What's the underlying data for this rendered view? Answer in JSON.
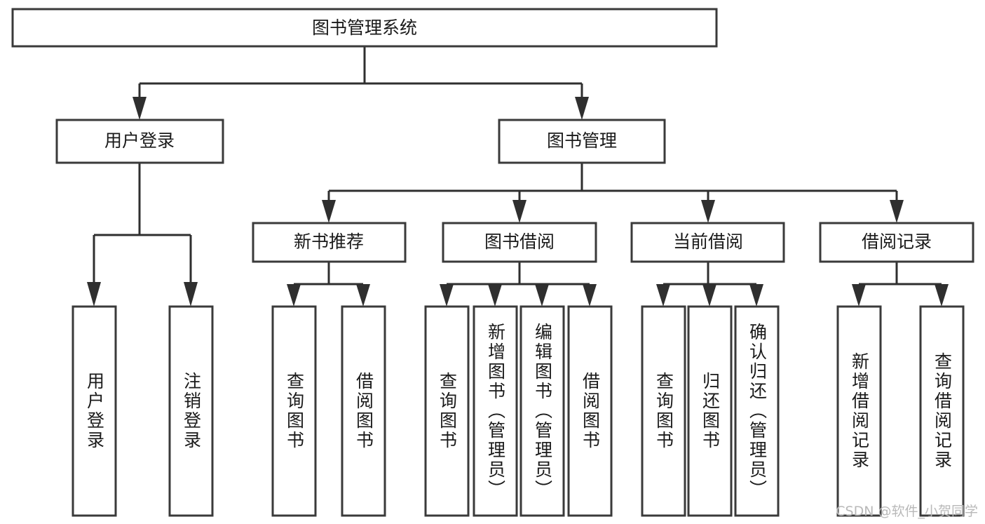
{
  "diagram": {
    "title": "图书管理系统",
    "type": "tree-hierarchy-chart",
    "watermark": "CSDN @软件_小贺同学",
    "colors": {
      "box_stroke": "#3a3a3a",
      "connector": "#2f2f2f",
      "background": "#ffffff",
      "text": "#1a1a1a",
      "watermark": "#b9b9b9"
    },
    "root": {
      "label": "图书管理系统"
    },
    "level2": [
      {
        "label": "用户登录"
      },
      {
        "label": "图书管理"
      }
    ],
    "level3": [
      {
        "label": "新书推荐"
      },
      {
        "label": "图书借阅"
      },
      {
        "label": "当前借阅"
      },
      {
        "label": "借阅记录"
      }
    ],
    "leaves_user_login": [
      {
        "label": "用户登录"
      },
      {
        "label": "注销登录"
      }
    ],
    "leaves_new_book": [
      {
        "label": "查询图书"
      },
      {
        "label": "借阅图书"
      }
    ],
    "leaves_borrow": [
      {
        "label": "查询图书"
      },
      {
        "label": "新增图书（管理员）"
      },
      {
        "label": "编辑图书（管理员）"
      },
      {
        "label": "借阅图书"
      }
    ],
    "leaves_current": [
      {
        "label": "查询图书"
      },
      {
        "label": "归还图书"
      },
      {
        "label": "确认归还（管理员）"
      }
    ],
    "leaves_records": [
      {
        "label": "新增借阅记录"
      },
      {
        "label": "查询借阅记录"
      }
    ]
  }
}
